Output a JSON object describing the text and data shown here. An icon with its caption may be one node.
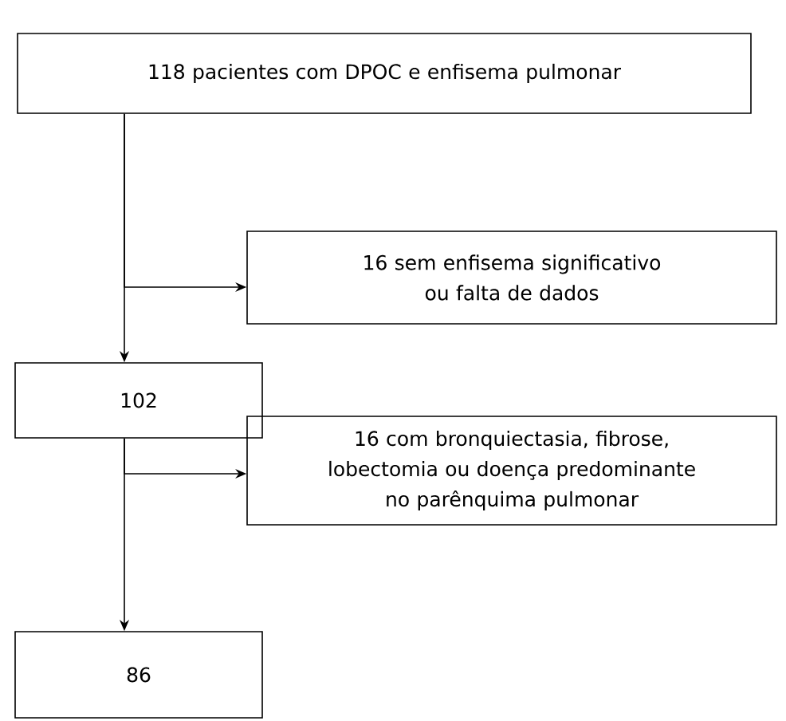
{
  "diagram": {
    "nodes": [
      {
        "text": [
          "118 pacientes com DPOC e enfisema pulmonar"
        ]
      },
      {
        "text": [
          "16 sem enfisema significativo ou falta de dados"
        ]
      },
      {
        "text": [
          "102"
        ]
      },
      {
        "text": [
          "16 com bronquiectasia, fibrose, lobectomia ou doença predominante no parênquima pulmonar"
        ]
      },
      {
        "text": [
          "86"
        ]
      }
    ],
    "edges": [
      {
        "from": 0,
        "to": 2,
        "arrow": "to"
      },
      {
        "from": 0,
        "to": 1,
        "arrow": "to"
      },
      {
        "from": 2,
        "to": 4,
        "arrow": "to"
      },
      {
        "from": 2,
        "to": 3,
        "arrow": "to"
      }
    ]
  }
}
